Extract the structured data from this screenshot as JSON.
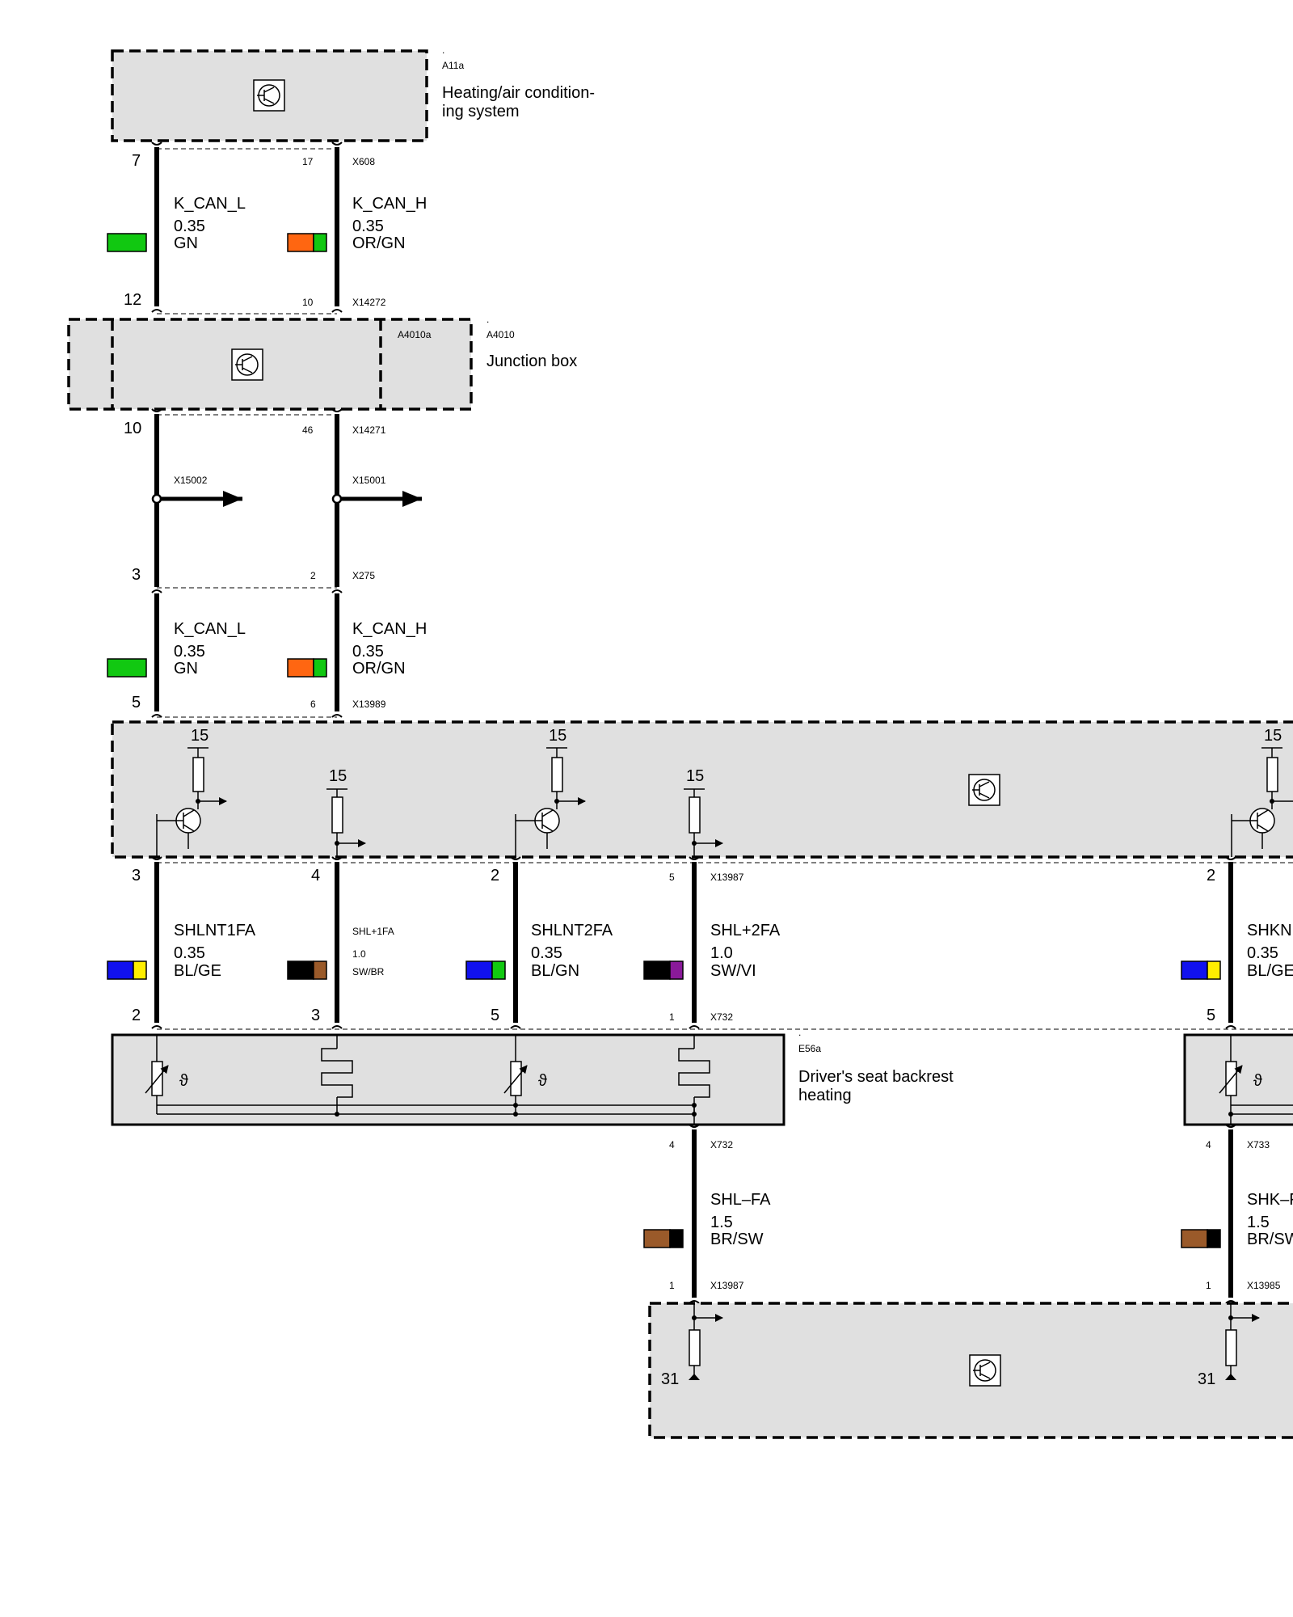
{
  "modules": {
    "a11a": {
      "dot": ".",
      "code": "A11a",
      "title_line1": "Heating/air condition-",
      "title_line2": "ing system"
    },
    "a4010": {
      "dot": ".",
      "code": "A4010",
      "inner_code": "A4010a",
      "title": "Junction box"
    },
    "e56a": {
      "dot": ".",
      "code": "E56a",
      "title_line1": "Driver's seat backrest",
      "title_line2": "heating"
    }
  },
  "connectors": {
    "x608": {
      "name": "X608",
      "left_pin": "7",
      "right_pin": "17"
    },
    "x14272": {
      "name": "X14272",
      "left_pin": "12",
      "right_pin": "10"
    },
    "x14271": {
      "name": "X14271",
      "left_pin": "10",
      "right_pin": "46"
    },
    "x15002": {
      "name": "X15002"
    },
    "x15001": {
      "name": "X15001"
    },
    "x275": {
      "name": "X275",
      "left_pin": "3",
      "right_pin": "2"
    },
    "x13989": {
      "name": "X13989",
      "left_pin": "5",
      "right_pin": "6"
    },
    "x13987_top": {
      "name": "X13987",
      "pins": [
        "3",
        "4",
        "2",
        "5"
      ]
    },
    "x732_top": {
      "name": "X732",
      "pins": [
        "2",
        "3",
        "5",
        "1"
      ]
    },
    "x732_bottom": {
      "name": "X732",
      "pin": "4"
    },
    "x13987_bottom": {
      "name": "X13987",
      "pin": "1"
    },
    "x733": {
      "name": "X733",
      "pin": "4"
    },
    "x13985": {
      "name": "X13985",
      "pin": "1"
    },
    "right_top_pin": "2",
    "right_bottom_pin": "5"
  },
  "wires": {
    "kcan_l_1": {
      "signal": "K_CAN_L",
      "size": "0.35",
      "color": "GN",
      "swatch": [
        "#11c811"
      ]
    },
    "kcan_h_1": {
      "signal": "K_CAN_H",
      "size": "0.35",
      "color": "OR/GN",
      "swatch": [
        "#ff6611",
        "#11c811"
      ]
    },
    "kcan_l_2": {
      "signal": "K_CAN_L",
      "size": "0.35",
      "color": "GN",
      "swatch": [
        "#11c811"
      ]
    },
    "kcan_h_2": {
      "signal": "K_CAN_H",
      "size": "0.35",
      "color": "OR/GN",
      "swatch": [
        "#ff6611",
        "#11c811"
      ]
    },
    "shlnt1fa": {
      "signal": "SHLNT1FA",
      "size": "0.35",
      "color": "BL/GE",
      "swatch": [
        "#1111ee",
        "#ffee00"
      ]
    },
    "shl1fa": {
      "signal": "SHL+1FA",
      "size": "1.0",
      "color": "SW/BR",
      "swatch": [
        "#000000",
        "#9a5a2a"
      ]
    },
    "shlnt2fa": {
      "signal": "SHLNT2FA",
      "size": "0.35",
      "color": "BL/GN",
      "swatch": [
        "#1111ee",
        "#11c811"
      ]
    },
    "shl2fa": {
      "signal": "SHL+2FA",
      "size": "1.0",
      "color": "SW/VI",
      "swatch": [
        "#000000",
        "#8a1a9a"
      ]
    },
    "shkn_right": {
      "signal": "SHKN",
      "size": "0.35",
      "color": "BL/GE",
      "swatch": [
        "#1111ee",
        "#ffee00"
      ]
    },
    "shl_minus_fa": {
      "signal": "SHL–FA",
      "size": "1.5",
      "color": "BR/SW",
      "swatch": [
        "#9a5a2a",
        "#000000"
      ]
    },
    "shk_minus_right": {
      "signal": "SHK–F",
      "size": "1.5",
      "color": "BR/SW",
      "swatch": [
        "#9a5a2a",
        "#000000"
      ]
    }
  },
  "supply_labels": [
    "15",
    "15",
    "15",
    "15",
    "15"
  ],
  "ground_labels": [
    "31",
    "31"
  ]
}
